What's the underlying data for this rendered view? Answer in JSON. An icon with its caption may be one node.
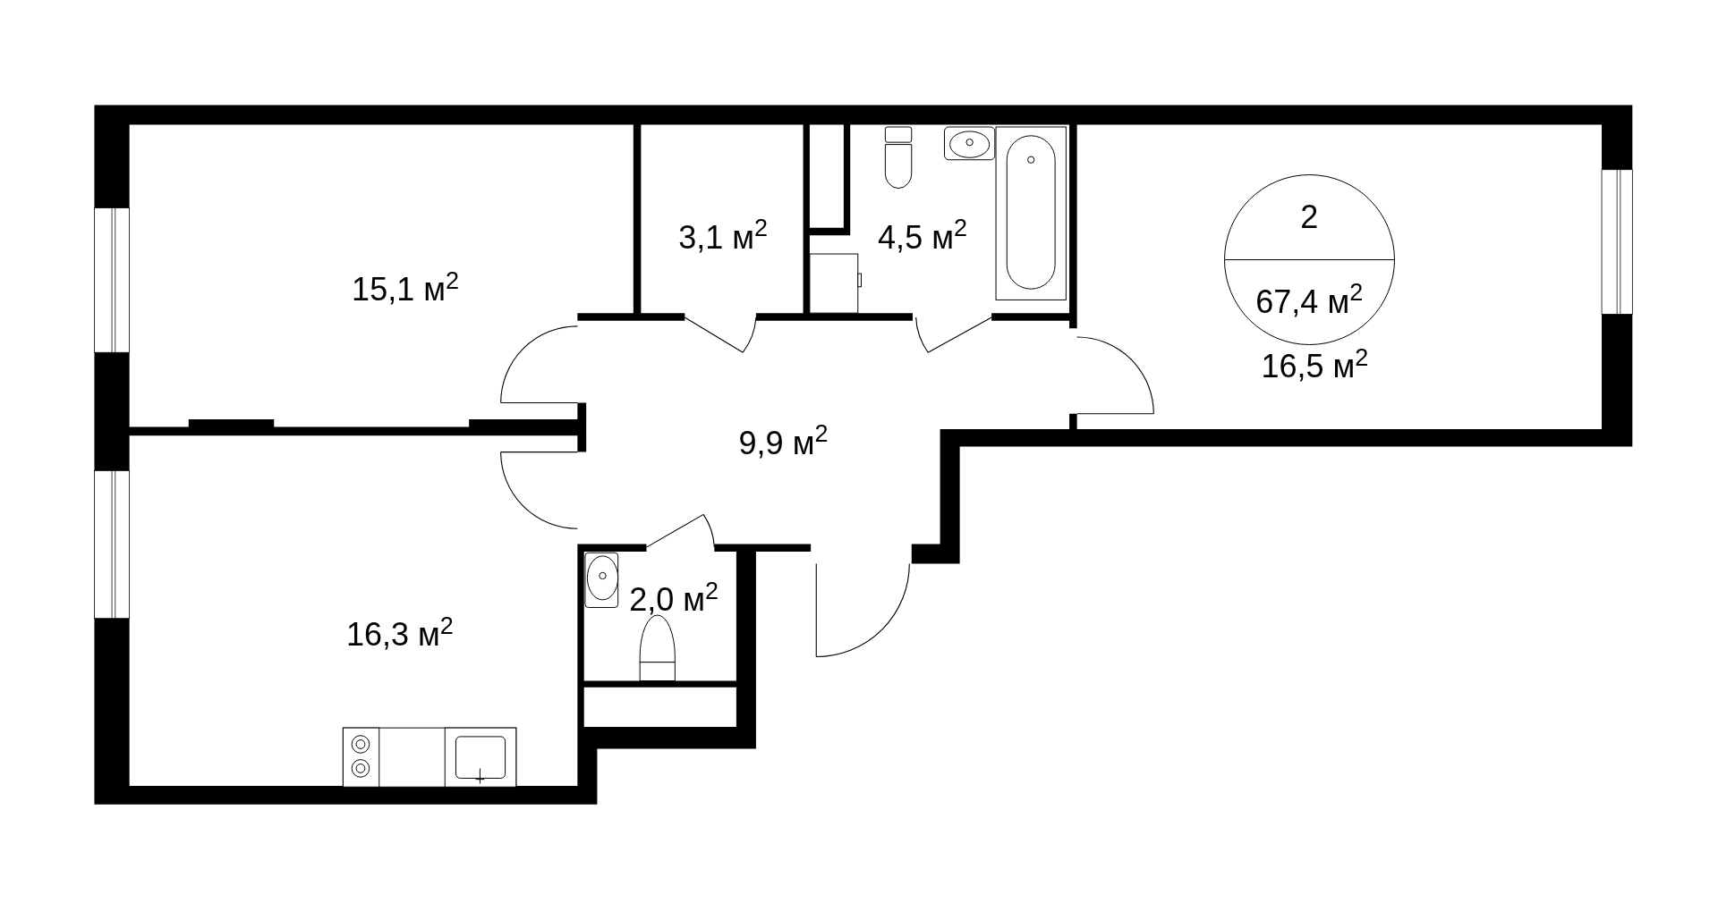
{
  "diagram": {
    "nodes": [
      {
        "text": [
          "2",
          "67,4 м$^{2}$"
        ]
      }
    ],
    "labels": [
      "15,1 м$^{2}$",
      "3,1 м$^{2}$",
      "4,5 м$^{2}$",
      "16,5 м$^{2}$",
      "9,9 м$^{2}$",
      "16,3 м$^{2}$",
      "2,0 м$^{2}$"
    ]
  }
}
